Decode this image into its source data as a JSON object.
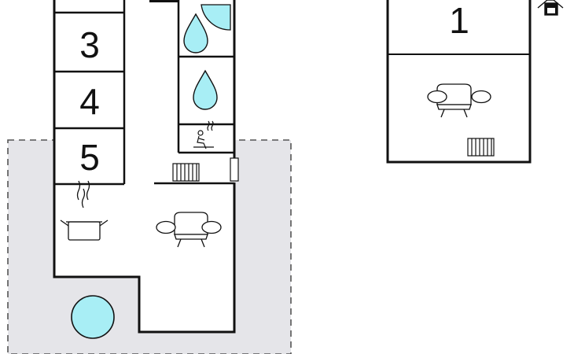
{
  "floor_plan": {
    "rooms": [
      {
        "id": "bedroom-3",
        "label": "3"
      },
      {
        "id": "bedroom-4",
        "label": "4"
      },
      {
        "id": "bedroom-5",
        "label": "5"
      },
      {
        "id": "bedroom-1",
        "label": "1"
      }
    ],
    "symbols": [
      "shower-icon",
      "sink-drop-icon",
      "sauna-icon",
      "radiator-icon",
      "door-icon",
      "cooking-pot-icon",
      "sofa-icon",
      "pool-icon",
      "fireplace-icon"
    ],
    "colors": {
      "wall": "#111111",
      "terrace": "#e5e5e9",
      "water": "#a8eef5",
      "background": "#ffffff"
    }
  }
}
